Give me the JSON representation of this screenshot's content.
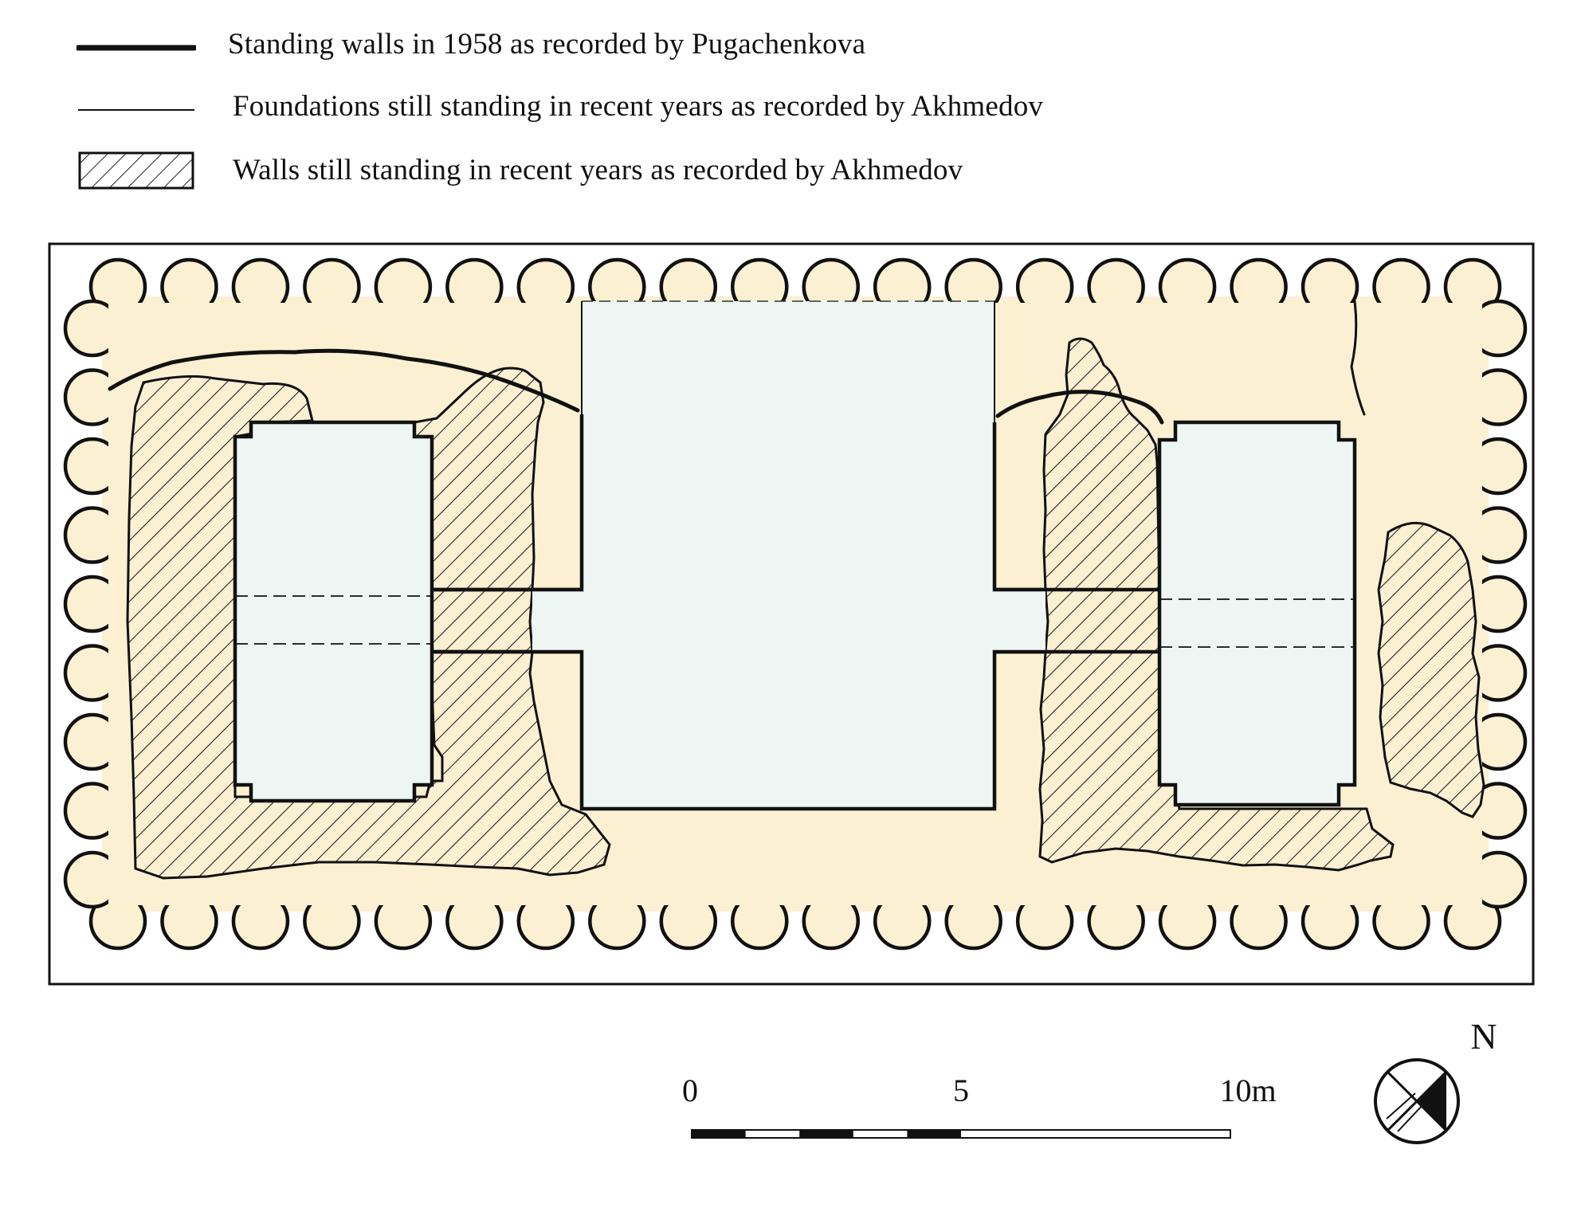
{
  "legend": {
    "items": [
      {
        "label": "Standing walls in 1958 as recorded by Pugachenkova",
        "key": "thick-line"
      },
      {
        "label": "Foundations still standing in recent years as recorded by Akhmedov",
        "key": "thin-line"
      },
      {
        "label": "Walls still standing in recent years as recorded by Akhmedov",
        "key": "hatched-box"
      }
    ]
  },
  "scale_bar": {
    "ticks": [
      "0",
      "5",
      "10m"
    ]
  },
  "north_arrow": {
    "label": "N",
    "icon": "compass-rose-icon"
  },
  "colors": {
    "outer_fill": "#fcf0d2",
    "room_fill": "#edf6f3",
    "wall_stroke": "#111111",
    "hatch": "#222222"
  }
}
